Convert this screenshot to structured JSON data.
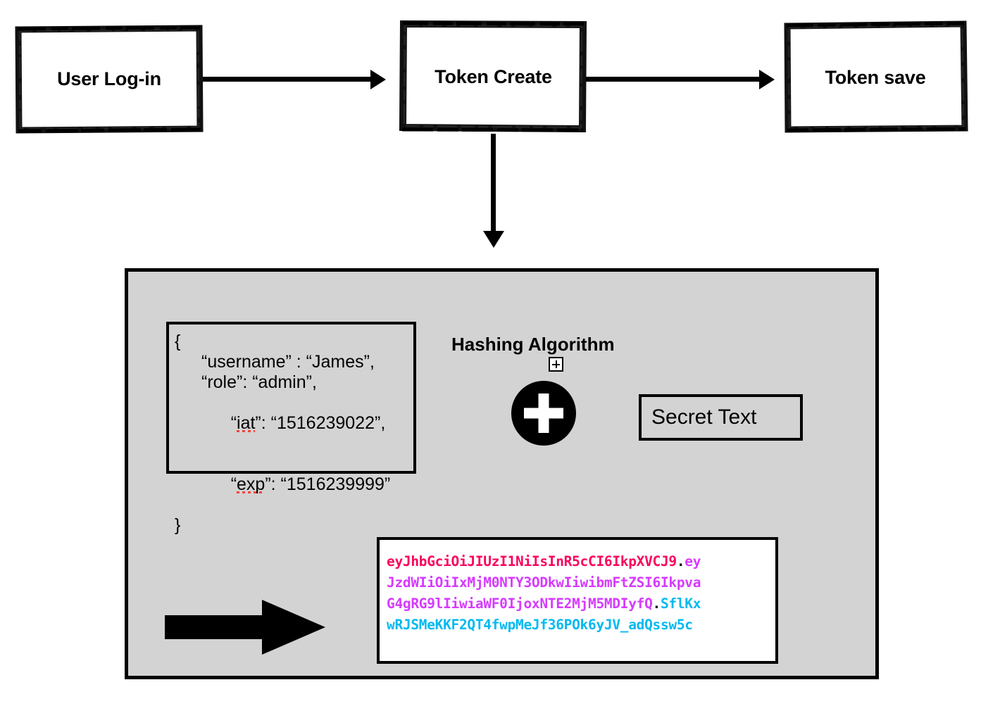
{
  "flow": {
    "steps": [
      {
        "id": "user-login",
        "label": "User Log-in"
      },
      {
        "id": "token-create",
        "label": "Token Create"
      },
      {
        "id": "token-save",
        "label": "Token save"
      }
    ]
  },
  "detail_panel": {
    "payload": {
      "title": "jwt-payload",
      "lines": [
        {
          "text": "{",
          "indent": false,
          "misspelled": false
        },
        {
          "text": "“username” : “James”,",
          "indent": true,
          "misspelled": false
        },
        {
          "text": "“role”: “admin”,",
          "indent": true,
          "misspelled": false
        },
        {
          "text": "“iat”: “1516239022”,",
          "indent": true,
          "misspelled": true,
          "misspelled_word": "iat"
        },
        {
          "text": "“exp”: “1516239999”",
          "indent": true,
          "misspelled": true,
          "misspelled_word": "exp"
        },
        {
          "text": "}",
          "indent": false,
          "misspelled": false
        }
      ],
      "raw_fields": {
        "username": "James",
        "role": "admin",
        "iat": "1516239022",
        "exp": "1516239999"
      }
    },
    "hashing": {
      "title": "Hashing Algorithm",
      "badge_icon": "plus-box-icon",
      "operator_icon": "plus-circle-icon"
    },
    "secret": {
      "label": "Secret Text"
    },
    "result_arrow_icon": "right-arrow-icon",
    "jwt": {
      "lines": [
        [
          {
            "text": "eyJhbGciOiJIUzI1NiIsInR5cCI6IkpXVCJ9",
            "part": "header"
          },
          {
            "text": ".",
            "part": "dot"
          },
          {
            "text": "ey",
            "part": "payload"
          }
        ],
        [
          {
            "text": "JzdWIiOiIxMjM0NTY3ODkwIiwibmFtZSI6Ikpva",
            "part": "payload"
          }
        ],
        [
          {
            "text": "G4gRG9lIiwiaWF0IjoxNTE2MjM5MDIyfQ",
            "part": "payload"
          },
          {
            "text": ".",
            "part": "dot"
          },
          {
            "text": "SflKx",
            "part": "signature"
          }
        ],
        [
          {
            "text": "wRJSMeKKF2QT4fwpMeJf36POk6yJV_adQssw5c",
            "part": "signature"
          }
        ]
      ],
      "colors": {
        "header": "#fb015b",
        "payload": "#d63aff",
        "signature": "#00b9f1",
        "dot": "#000000"
      }
    }
  },
  "theme": {
    "panel_background": "#d3d3d3",
    "page_background": "#ffffff",
    "stroke": "#000000",
    "spellcheck_underline": "#f4433b"
  }
}
